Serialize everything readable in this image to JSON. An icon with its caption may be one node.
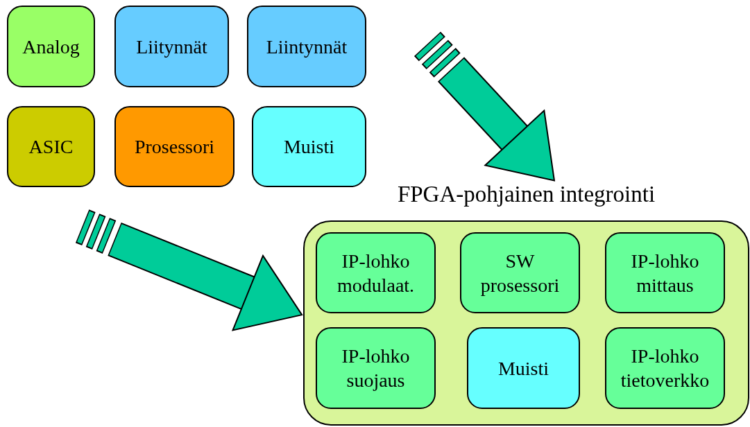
{
  "diagram": {
    "nodes": [
      {
        "text": [
          "Analog"
        ]
      },
      {
        "text": [
          "Liitynnät"
        ]
      },
      {
        "text": [
          "Liintynnät"
        ]
      },
      {
        "text": [
          "ASIC"
        ]
      },
      {
        "text": [
          "Prosessori"
        ]
      },
      {
        "text": [
          "Muisti"
        ]
      },
      {
        "text": [
          "FPGA-pohjainen integrointi"
        ]
      },
      {
        "text": [
          "IP-lohko modulaat."
        ],
        "in": 6
      },
      {
        "text": [
          "SW prosessori"
        ],
        "in": 6
      },
      {
        "text": [
          "IP-lohko mittaus"
        ],
        "in": 6
      },
      {
        "text": [
          "IP-lohko suojaus"
        ],
        "in": 6
      },
      {
        "text": [
          "Muisti"
        ],
        "in": 6
      },
      {
        "text": [
          "IP-lohko tietoverkko"
        ],
        "in": 6
      }
    ],
    "edges": [
      {
        "from": null,
        "to": 6,
        "arrow": "to"
      },
      {
        "from": null,
        "to": 6,
        "arrow": "to"
      }
    ]
  }
}
